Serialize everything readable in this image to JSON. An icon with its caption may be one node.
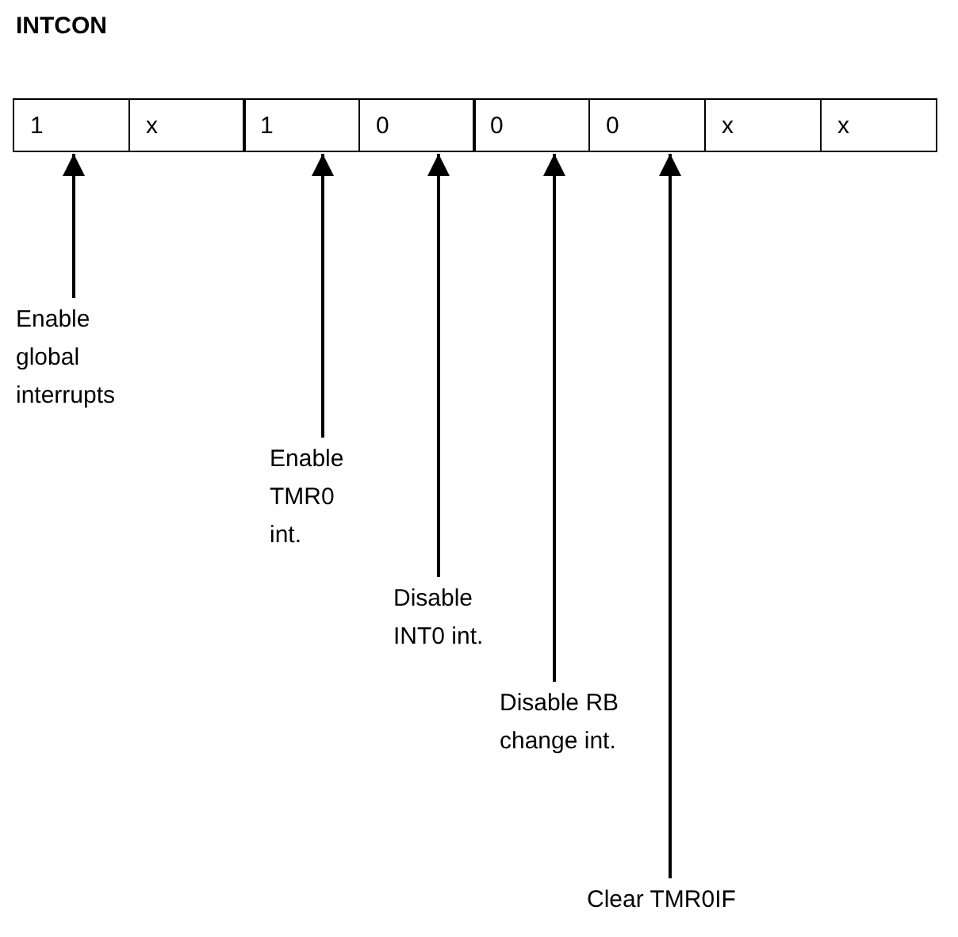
{
  "diagram": {
    "title": "INTCON",
    "nodes": [
      {
        "text": [
          "1"
        ]
      },
      {
        "text": [
          "x"
        ]
      },
      {
        "text": [
          "1"
        ]
      },
      {
        "text": [
          "0"
        ]
      },
      {
        "text": [
          "0"
        ]
      },
      {
        "text": [
          "0"
        ]
      },
      {
        "text": [
          "x"
        ]
      },
      {
        "text": [
          "x"
        ]
      },
      {
        "text": [
          "Enable global interrupts"
        ]
      },
      {
        "text": [
          "Enable TMR0 int."
        ]
      },
      {
        "text": [
          "Disable INT0 int."
        ]
      },
      {
        "text": [
          "Disable RB change int."
        ]
      },
      {
        "text": [
          "Clear TMR0IF"
        ]
      }
    ],
    "edges": [
      {
        "from": 8,
        "to": 0,
        "arrow": "to"
      },
      {
        "from": 9,
        "to": 2,
        "arrow": "to"
      },
      {
        "from": 10,
        "to": 3,
        "arrow": "to"
      },
      {
        "from": 11,
        "to": 4,
        "arrow": "to"
      },
      {
        "from": 12,
        "to": 5,
        "arrow": "to"
      }
    ]
  }
}
